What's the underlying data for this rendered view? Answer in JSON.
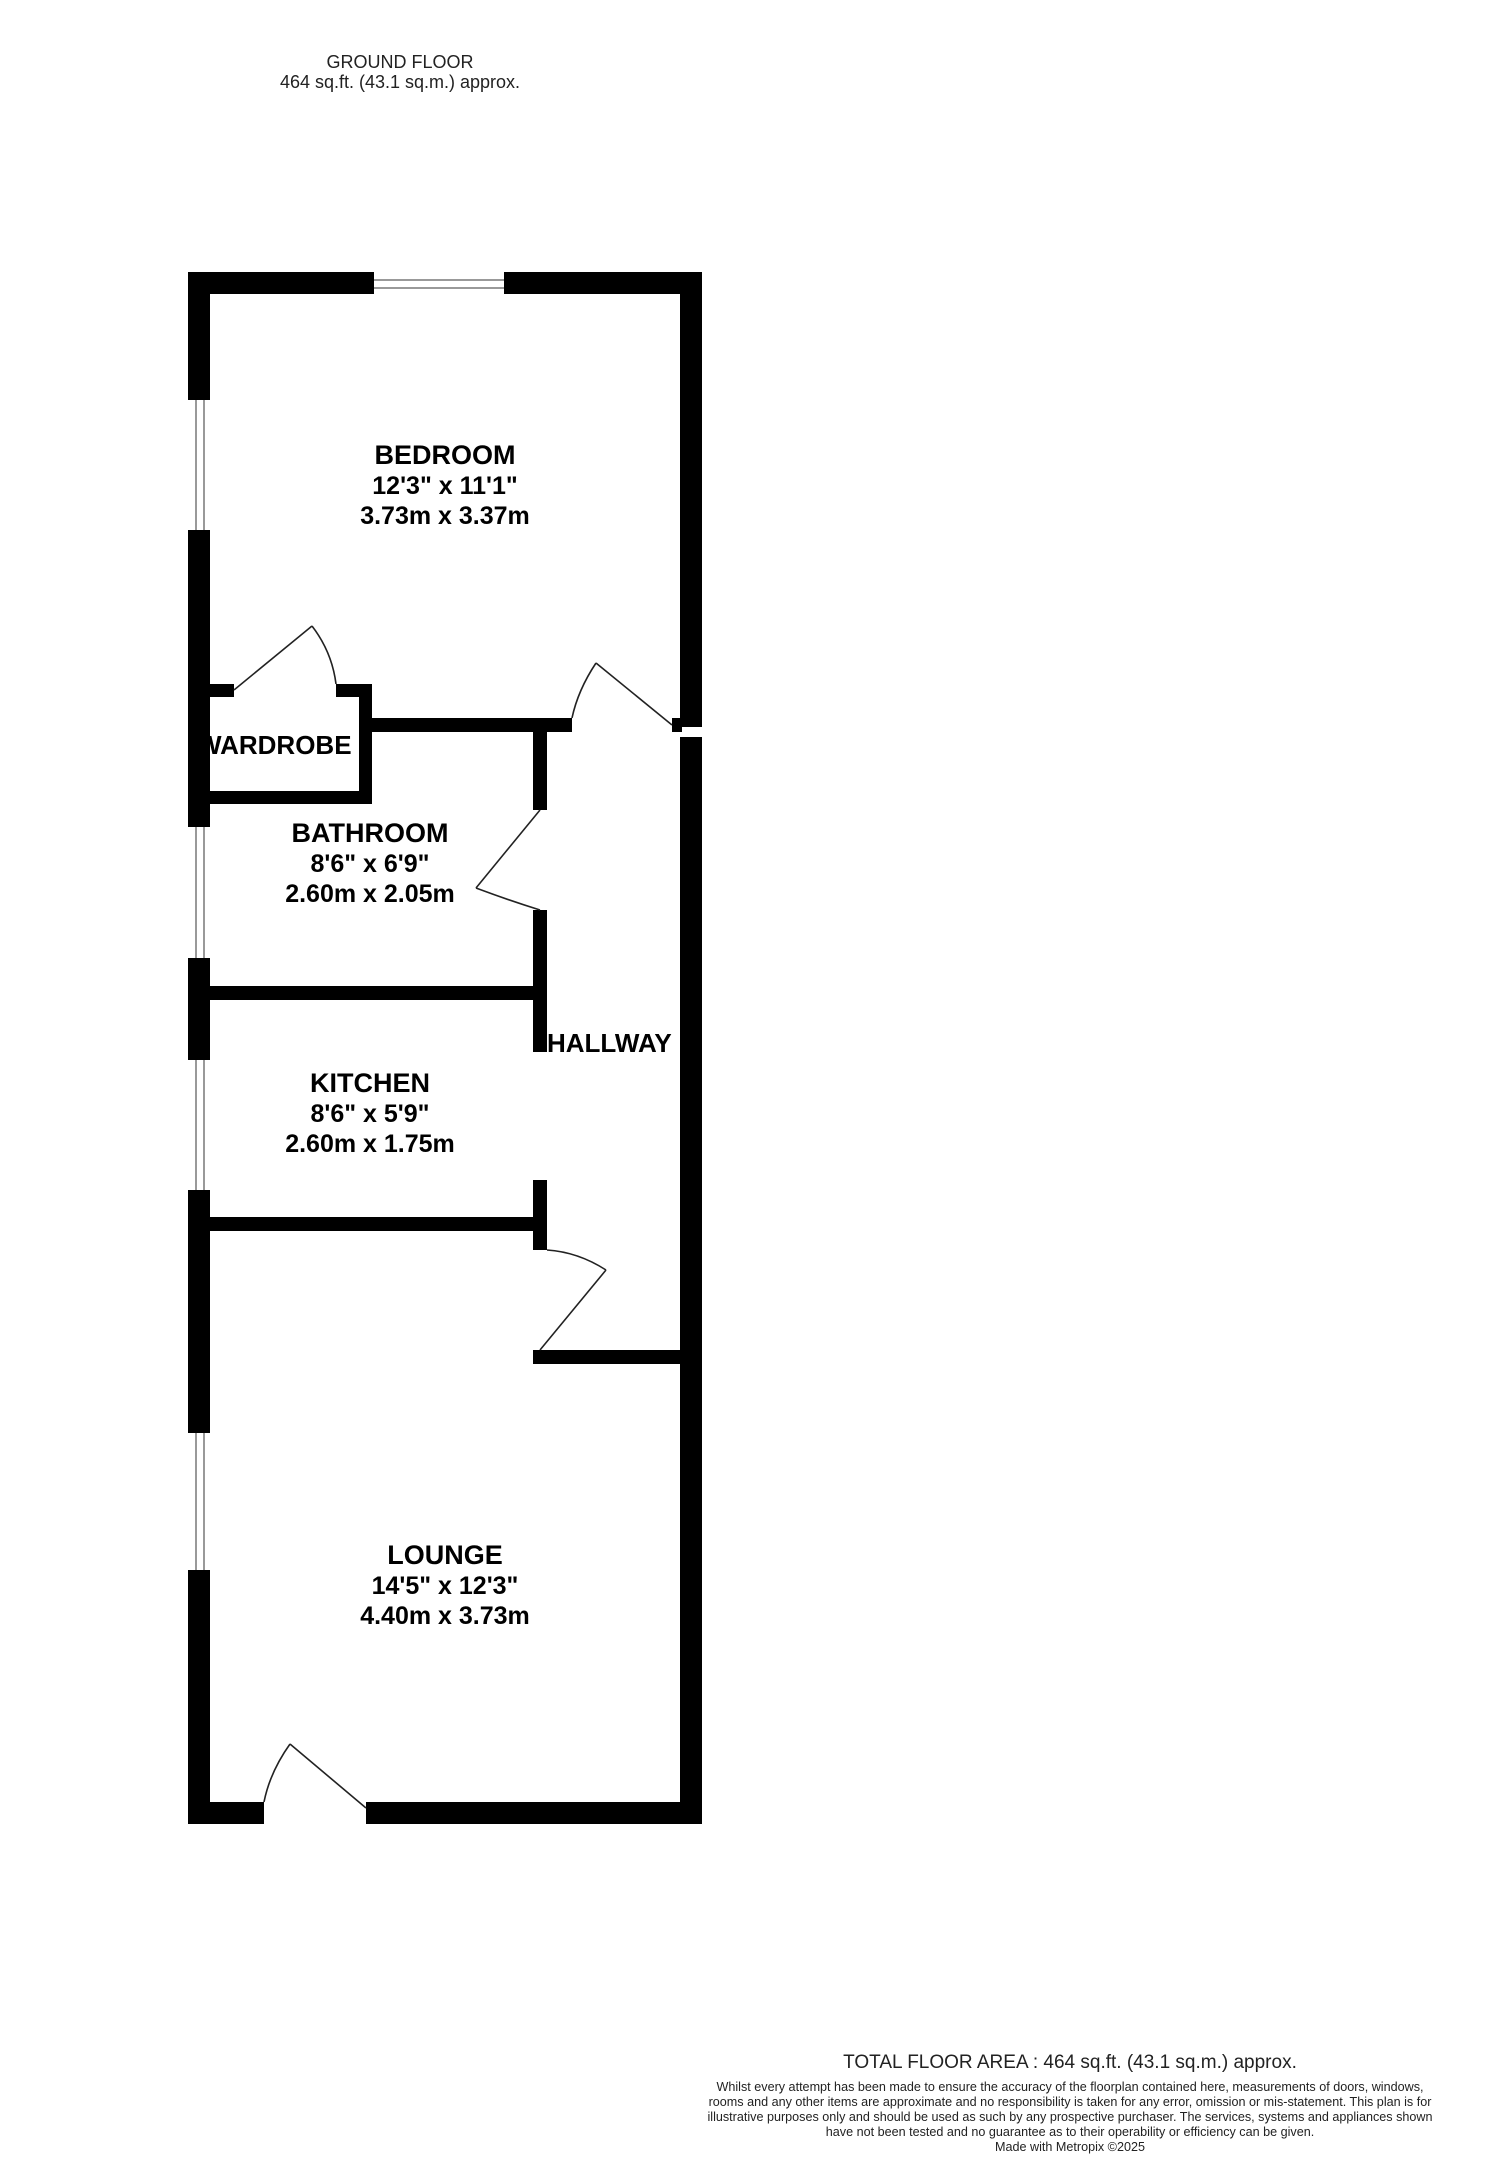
{
  "header": {
    "floor_name": "GROUND FLOOR",
    "floor_area": "464 sq.ft. (43.1 sq.m.) approx."
  },
  "rooms": {
    "bedroom": {
      "name": "BEDROOM",
      "imperial": "12'3\"  x 11'1\"",
      "metric": "3.73m  x 3.37m"
    },
    "wardrobe": {
      "name": "WARDROBE"
    },
    "bathroom": {
      "name": "BATHROOM",
      "imperial": "8'6\"  x 6'9\"",
      "metric": "2.60m  x 2.05m"
    },
    "hallway": {
      "name": "HALLWAY"
    },
    "kitchen": {
      "name": "KITCHEN",
      "imperial": "8'6\"  x 5'9\"",
      "metric": "2.60m  x 1.75m"
    },
    "lounge": {
      "name": "LOUNGE",
      "imperial": "14'5\"  x 12'3\"",
      "metric": "4.40m  x 3.73m"
    }
  },
  "footer": {
    "total_area": "TOTAL FLOOR AREA : 464 sq.ft. (43.1 sq.m.) approx.",
    "disclaimer": "Whilst every attempt has been made to ensure the accuracy of the floorplan contained here, measurements of doors, windows, rooms and any other items are approximate and no responsibility is taken for any error, omission or mis-statement. This plan is for illustrative purposes only and should be used as such by any prospective purchaser. The services, systems and appliances shown have not been tested and no guarantee as to their operability or efficiency can be given.",
    "made_with": "Made with Metropix ©2025"
  },
  "colors": {
    "wall": "#000000",
    "background": "#ffffff",
    "window": "#999999"
  }
}
